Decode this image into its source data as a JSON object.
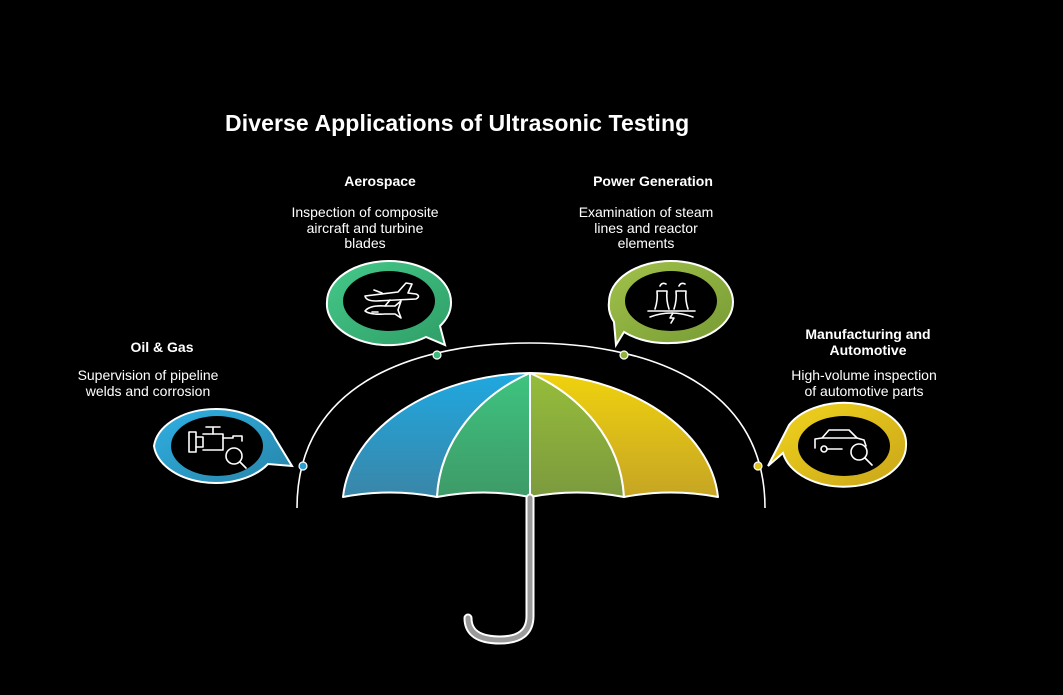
{
  "title": "Diverse Applications of Ultrasonic Testing",
  "colors": {
    "background": "#000000",
    "oil_gas": "#2a9fd0",
    "aerospace": "#3dba7a",
    "power_generation": "#8fb23a",
    "manufacturing": "#dfc21a",
    "handle": "#9a9a9a"
  },
  "sections": {
    "oil_gas": {
      "heading": "Oil & Gas",
      "description": "Supervision of pipeline\nwelds and corrosion",
      "icon": "pipeline-valve-inspection-icon"
    },
    "aerospace": {
      "heading": "Aerospace",
      "description": "Inspection of composite\naircraft and turbine\nblades",
      "icon": "aircraft-icon"
    },
    "power_generation": {
      "heading": "Power Generation",
      "description": "Examination of steam\nlines and reactor\nelements",
      "icon": "power-plant-icon"
    },
    "manufacturing": {
      "heading": "Manufacturing and\nAutomotive",
      "description": "High-volume inspection\nof automotive parts",
      "icon": "car-inspection-icon"
    }
  }
}
